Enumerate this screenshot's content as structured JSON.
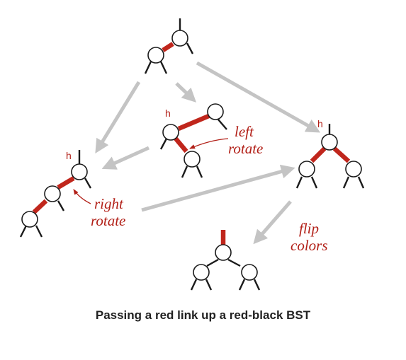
{
  "diagram": {
    "node_label": "h",
    "annotations": {
      "left_rotate": [
        "left",
        "rotate"
      ],
      "right_rotate": [
        "right",
        "rotate"
      ],
      "flip_colors": [
        "flip",
        "colors"
      ]
    },
    "colors": {
      "red_link": "#c0261c",
      "label_text": "#b22018",
      "transition_arrow": "#c4c4c4"
    }
  },
  "caption": "Passing a red link up a red-black BST"
}
